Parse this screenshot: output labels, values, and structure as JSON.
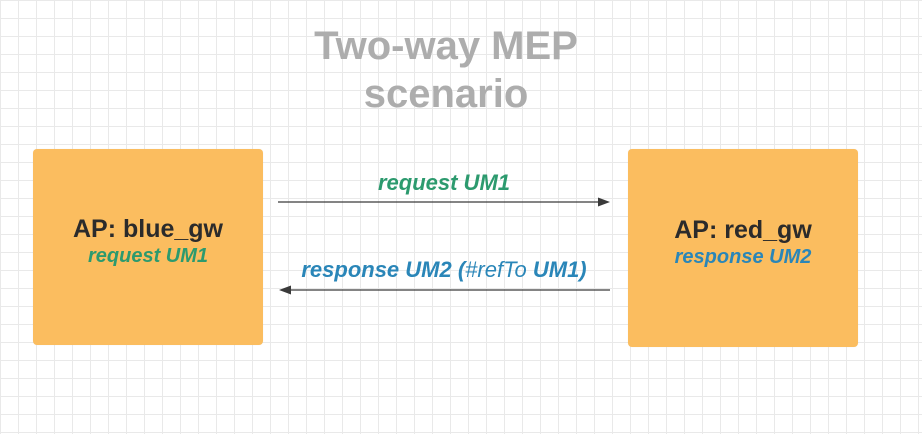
{
  "title": {
    "line1": "Two-way MEP",
    "line2": "scenario"
  },
  "left_box": {
    "title": "AP: blue_gw",
    "subtitle": "request UM1"
  },
  "right_box": {
    "title": "AP: red_gw",
    "subtitle": "response UM2"
  },
  "arrows": {
    "top_label": "request UM1",
    "bottom_label": {
      "prefix": "response UM2 (",
      "ref": "#refTo",
      "suffix": " UM1)"
    }
  },
  "colors": {
    "box_fill": "#fbbd5f",
    "request_text": "#2c9a6e",
    "response_text": "#2a86b8",
    "title_text": "#adadad",
    "arrow_stroke": "#3a3a3a"
  }
}
